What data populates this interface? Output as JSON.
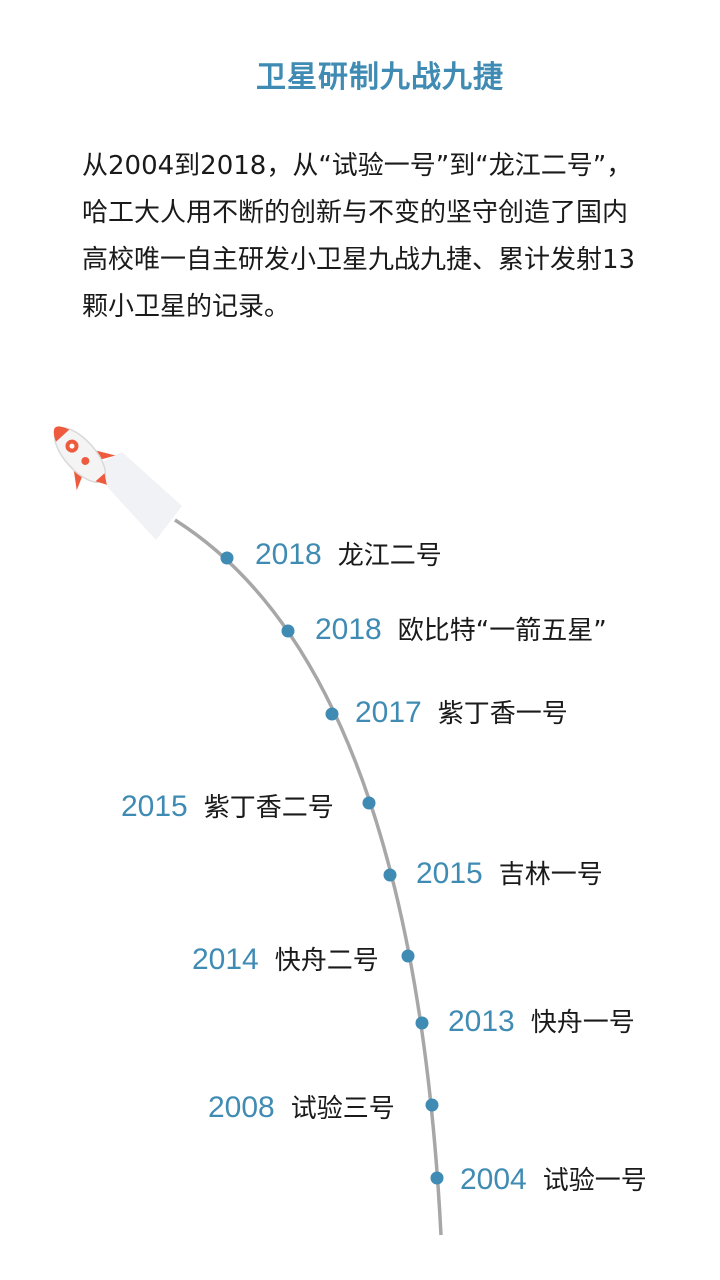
{
  "title": "卫星研制九战九捷",
  "intro": "从2004到2018，从“试验一号”到“龙江二号”，哈工大人用不断的创新与不变的坚守创造了国内高校唯一自主研发小卫星九战九捷、累计发射13颗小卫星的记录。",
  "milestones": [
    {
      "year": "2018",
      "name": "龙江二号"
    },
    {
      "year": "2018",
      "name": "欧比特“一箭五星”"
    },
    {
      "year": "2017",
      "name": "紫丁香一号"
    },
    {
      "year": "2015",
      "name": "紫丁香二号"
    },
    {
      "year": "2015",
      "name": "吉林一号"
    },
    {
      "year": "2014",
      "name": "快舟二号"
    },
    {
      "year": "2013",
      "name": "快舟一号"
    },
    {
      "year": "2008",
      "name": "试验三号"
    },
    {
      "year": "2004",
      "name": "试验一号"
    }
  ],
  "colors": {
    "accent": "#3f8bb3",
    "track": "#a7a7a7",
    "rocket_fin": "#ee5a3d",
    "rocket_body": "#f3f3f3",
    "text": "#1a1a1a"
  }
}
